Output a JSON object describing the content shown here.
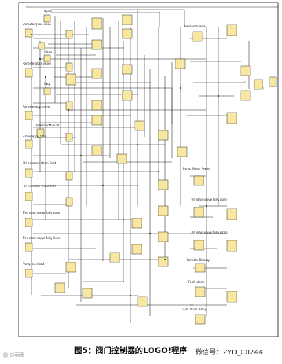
{
  "inputs": [
    {
      "id": "I1",
      "label": "Remote open valve"
    },
    {
      "id": "I2",
      "label": "Remote close valve"
    },
    {
      "id": "I3",
      "label": "Remote stop valve"
    },
    {
      "id": "I4",
      "label": "Remote/Manual"
    },
    {
      "id": "I5",
      "label": "Emergency Stop"
    },
    {
      "id": "I6",
      "label": "Oil pressure down limit"
    },
    {
      "id": "I7",
      "label": "Oil pressure upper limit"
    },
    {
      "id": "I8",
      "label": "The main valve fully open"
    },
    {
      "id": "I9",
      "label": "The main valve fully close"
    },
    {
      "id": "I10",
      "label": "Pump overload"
    }
  ],
  "inner_labels": [
    "Open",
    "Close",
    "Stop"
  ],
  "outputs": [
    {
      "id": "Q1",
      "label": "Solenoid valve"
    },
    {
      "id": "Q2",
      "label": "Pump Motor Power"
    },
    {
      "id": "Q3",
      "label": "The main valve fully open"
    },
    {
      "id": "Q4",
      "label": "The main valve fully close"
    },
    {
      "id": "Q5",
      "label": "Remote Display"
    },
    {
      "id": "Q6",
      "label": "Fault alarm"
    },
    {
      "id": "Q7",
      "label": "Fault alarm Relay"
    }
  ],
  "caption": "图5：阀门控制器的LOGO!程序",
  "wechat": "微信号：ZYD_C02441",
  "watermark": "仪表圈"
}
